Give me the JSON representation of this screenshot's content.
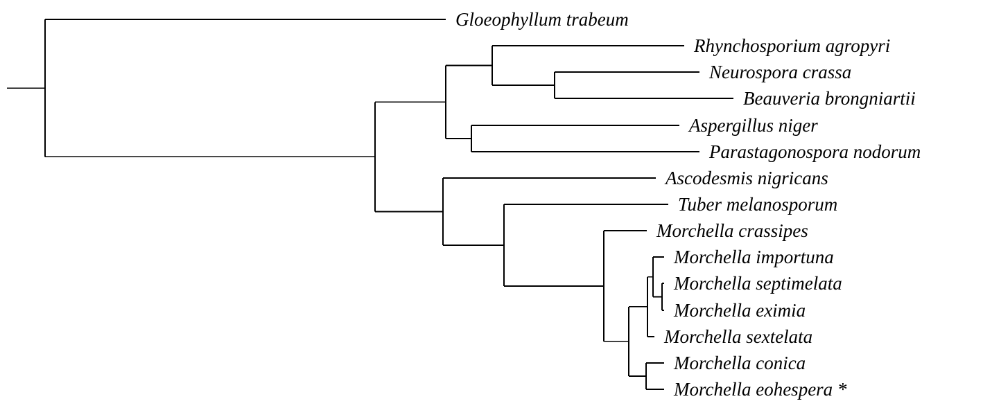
{
  "tree": {
    "line_color": "#000000",
    "taxa": [
      {
        "id": "gloeophyllum",
        "label": "Gloeophyllum trabeum"
      },
      {
        "id": "rhynchosporium",
        "label": "Rhynchosporium agropyri"
      },
      {
        "id": "neurospora",
        "label": "Neurospora crassa"
      },
      {
        "id": "beauveria",
        "label": "Beauveria brongniartii"
      },
      {
        "id": "aspergillus",
        "label": "Aspergillus niger"
      },
      {
        "id": "parastagonospora",
        "label": "Parastagonospora nodorum"
      },
      {
        "id": "ascodesmis",
        "label": "Ascodesmis nigricans"
      },
      {
        "id": "tuber",
        "label": "Tuber melanosporum"
      },
      {
        "id": "crassipes",
        "label": "Morchella crassipes"
      },
      {
        "id": "importuna",
        "label": "Morchella importuna"
      },
      {
        "id": "septimelata",
        "label": "Morchella septimelata"
      },
      {
        "id": "eximia",
        "label": "Morchella eximia"
      },
      {
        "id": "sextelata",
        "label": "Morchella sextelata"
      },
      {
        "id": "conica",
        "label": "Morchella conica"
      },
      {
        "id": "eohespera",
        "label": "Morchella eohespera *"
      }
    ]
  }
}
